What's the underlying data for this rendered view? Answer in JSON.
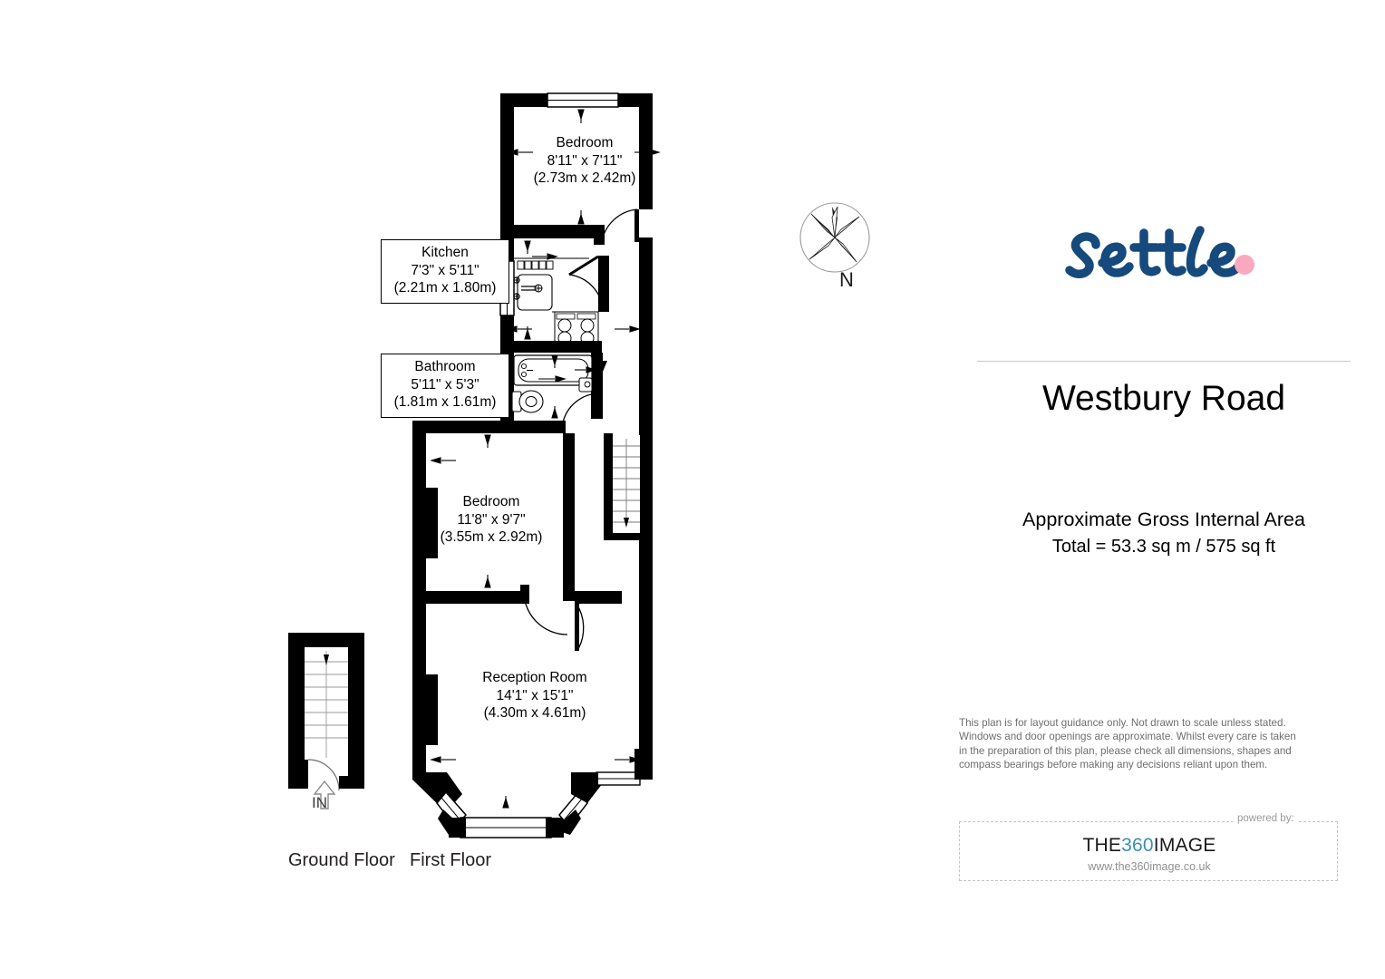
{
  "brand": {
    "logo_text": "settle",
    "logo_color": "#164a7d",
    "logo_dot_color": "#f9a8c0"
  },
  "property": {
    "title": "Westbury Road",
    "area_heading": "Approximate Gross Internal Area",
    "area_total": "Total = 53.3 sq m / 575 sq ft"
  },
  "compass": {
    "label": "N"
  },
  "entrance": {
    "label": "IN"
  },
  "floors": [
    {
      "id": "ground",
      "caption": "Ground Floor"
    },
    {
      "id": "first",
      "caption": "First Floor"
    }
  ],
  "rooms": [
    {
      "id": "bedroom-top",
      "name": "Bedroom",
      "imperial": "8'11\" x 7'11\"",
      "metric": "(2.73m x 2.42m)",
      "boxed": false
    },
    {
      "id": "kitchen",
      "name": "Kitchen",
      "imperial": "7'3\" x 5'11\"",
      "metric": "(2.21m x 1.80m)",
      "boxed": true
    },
    {
      "id": "bathroom",
      "name": "Bathroom",
      "imperial": "5'11\" x 5'3\"",
      "metric": "(1.81m x 1.61m)",
      "boxed": true
    },
    {
      "id": "bedroom-lower",
      "name": "Bedroom",
      "imperial": "11'8\" x 9'7\"",
      "metric": "(3.55m x 2.92m)",
      "boxed": false
    },
    {
      "id": "reception",
      "name": "Reception Room",
      "imperial": "14'1\" x 15'1\"",
      "metric": "(4.30m x 4.61m)",
      "boxed": false
    }
  ],
  "disclaimer": {
    "line1": "This plan is for layout guidance only. Not drawn to scale unless stated.",
    "line2": "Windows and door openings are approximate. Whilst every care is taken",
    "line3": "in the preparation of this plan, please check all dimensions, shapes and",
    "line4": "compass bearings before making any decisions reliant upon them."
  },
  "footer": {
    "powered_by": "powered by:",
    "provider_prefix": "THE",
    "provider_number": "360",
    "provider_suffix": "IMAGE",
    "provider_number_color": "#3a8fb0",
    "provider_url": "www.the360image.co.uk"
  }
}
